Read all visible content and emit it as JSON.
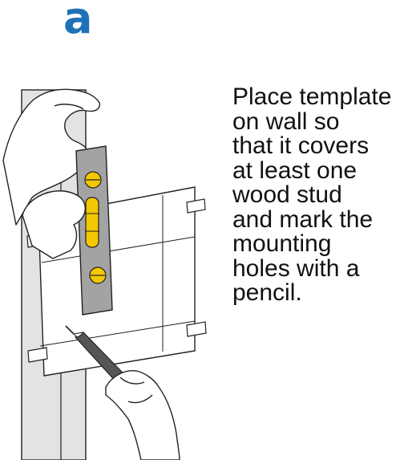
{
  "step": {
    "letter": "a",
    "color": "#1f72b8"
  },
  "instruction": {
    "lines": [
      "Place template",
      "on wall so",
      "that it covers",
      "at least one",
      "wood stud",
      "and mark the",
      "mounting",
      "holes with a",
      "pencil."
    ]
  },
  "illustration": {
    "stud_color": "#e3e3e3",
    "level_color": "#a3a3a3",
    "vial_color": "#f2c800"
  }
}
